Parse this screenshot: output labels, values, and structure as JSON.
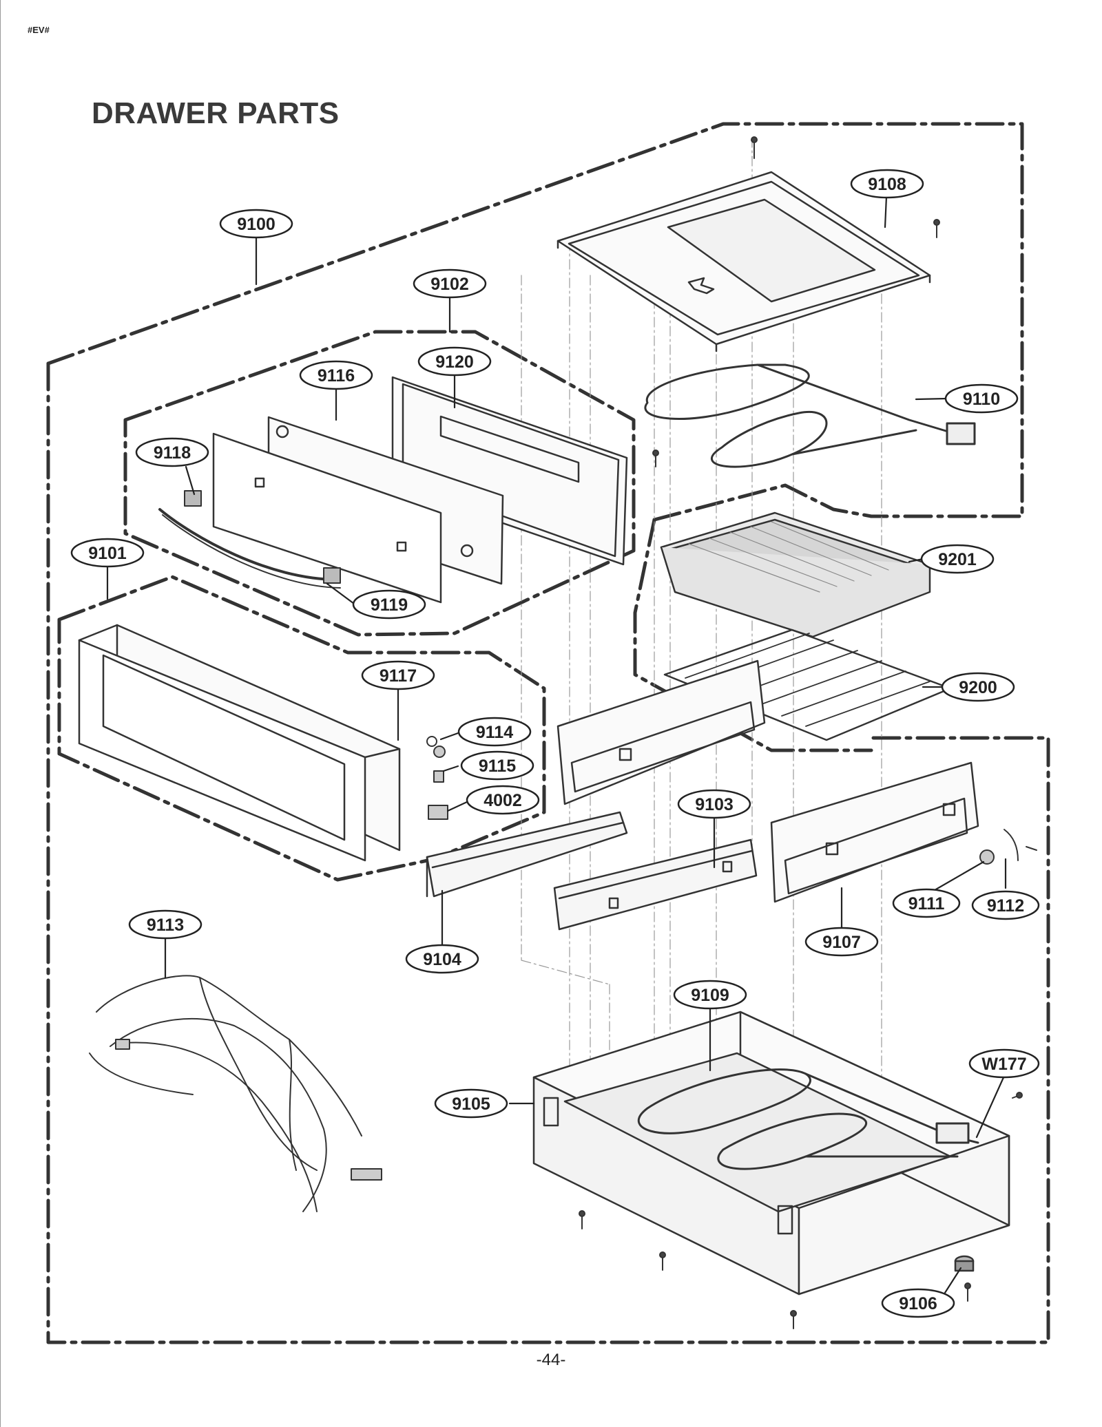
{
  "header": {
    "corner_tag": "#EV#",
    "title": "DRAWER PARTS"
  },
  "footer": {
    "page_number": "-44-"
  },
  "callouts": [
    "9100",
    "9101",
    "9102",
    "9103",
    "9104",
    "9105",
    "9106",
    "9107",
    "9108",
    "9109",
    "9110",
    "9111",
    "9112",
    "9113",
    "9114",
    "9115",
    "9116",
    "9117",
    "9118",
    "9119",
    "9120",
    "9200",
    "9201",
    "4002",
    "W177"
  ],
  "colors": {
    "line": "#444444",
    "dash_group": "#333333",
    "fill_gray": "#d8d8d8",
    "background": "#ffffff"
  }
}
